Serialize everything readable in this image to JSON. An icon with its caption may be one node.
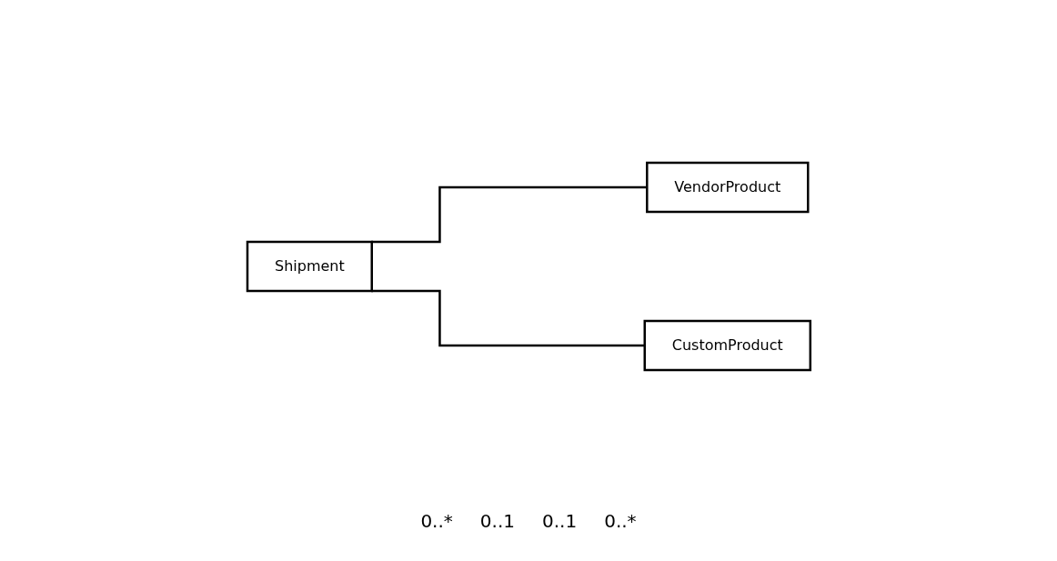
{
  "diagram": {
    "nodes": [
      {
        "text": [
          "Shipment"
        ]
      },
      {
        "text": [
          "VendorProduct"
        ]
      },
      {
        "text": [
          "CustomProduct"
        ]
      }
    ],
    "edges": [
      {
        "from": 0,
        "to": 1,
        "arrow": "none"
      },
      {
        "from": 0,
        "to": 2,
        "arrow": "none"
      }
    ],
    "labels": [
      "0..*",
      "0..1",
      "0..1",
      "0..*"
    ]
  }
}
